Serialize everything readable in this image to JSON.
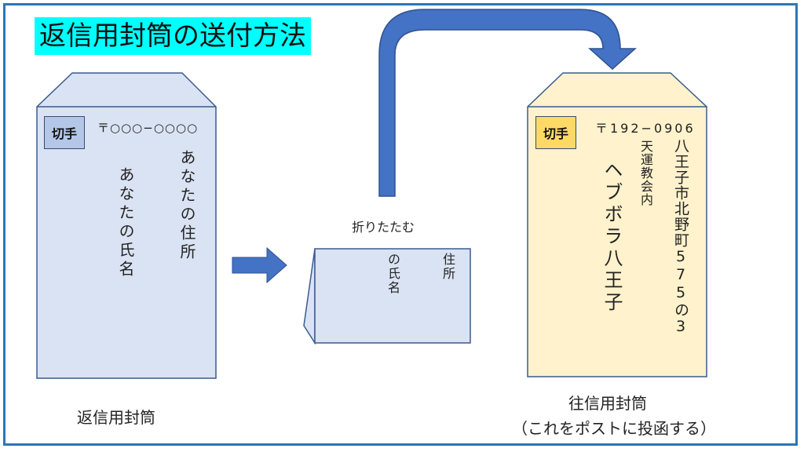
{
  "title": "返信用封筒の送付方法",
  "colors": {
    "title_highlight": "#00ffff",
    "return_envelope_fill": "#dae3f3",
    "outgoing_envelope_fill": "#fff2cc",
    "arrow": "#4472c4",
    "frame": "#2e75b6"
  },
  "return_envelope": {
    "stamp": "切手",
    "postal_code": "〒○○○−○○○○",
    "address": "あなたの住所",
    "name": "あなたの氏名",
    "caption": "返信用封筒"
  },
  "folded_envelope": {
    "label": "折りたたむ",
    "address_fragment": "住所",
    "name_fragment": "の氏名"
  },
  "outgoing_envelope": {
    "stamp": "切手",
    "postal_code": "〒192−0906",
    "address_line1": "八王子市北野町575の3",
    "address_line2": "天運教会内",
    "recipient": "ヘブボラ八王子",
    "caption_line1": "往信用封筒",
    "caption_line2": "（これをポストに投函する）"
  }
}
